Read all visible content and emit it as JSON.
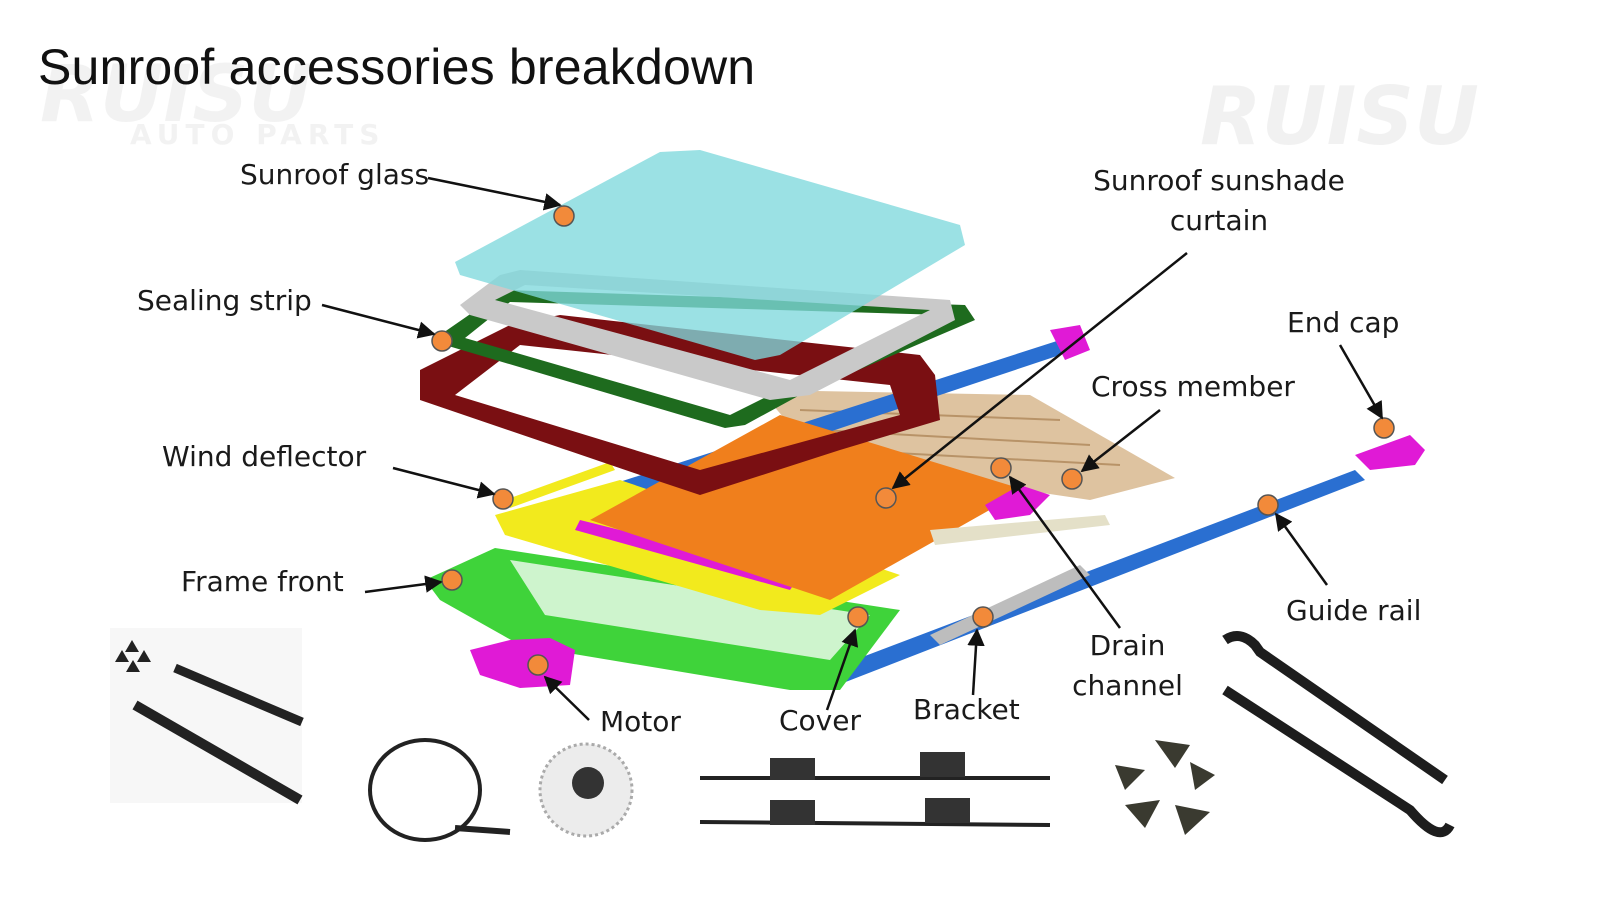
{
  "title": "Sunroof accessories breakdown",
  "watermark": {
    "brand": "RUISU",
    "sub": "AUTO PARTS"
  },
  "labels": {
    "sunroof_glass": "Sunroof glass",
    "sealing_strip": "Sealing strip",
    "wind_deflector": "Wind deflector",
    "frame_front": "Frame front",
    "sunshade_curtain": "Sunroof  sunshade\ncurtain",
    "end_cap": "End cap",
    "cross_member": "Cross member",
    "guide_rail": "Guide rail",
    "drain_channel": "Drain\nchannel",
    "bracket": "Bracket",
    "cover": "Cover",
    "motor": "Motor"
  },
  "colors": {
    "marker": "#f28a3a",
    "glass": "#7fd9dc",
    "seal_dark": "#7a0f12",
    "seal_green": "#1e6b1e",
    "frame_green": "#3fd33a",
    "curtain_orange": "#f07f1c",
    "deflector_yellow": "#f2ea1d",
    "rail_blue": "#2a6fd1",
    "motor_magenta": "#e01ad6",
    "cross_tan": "#d8b98f"
  }
}
